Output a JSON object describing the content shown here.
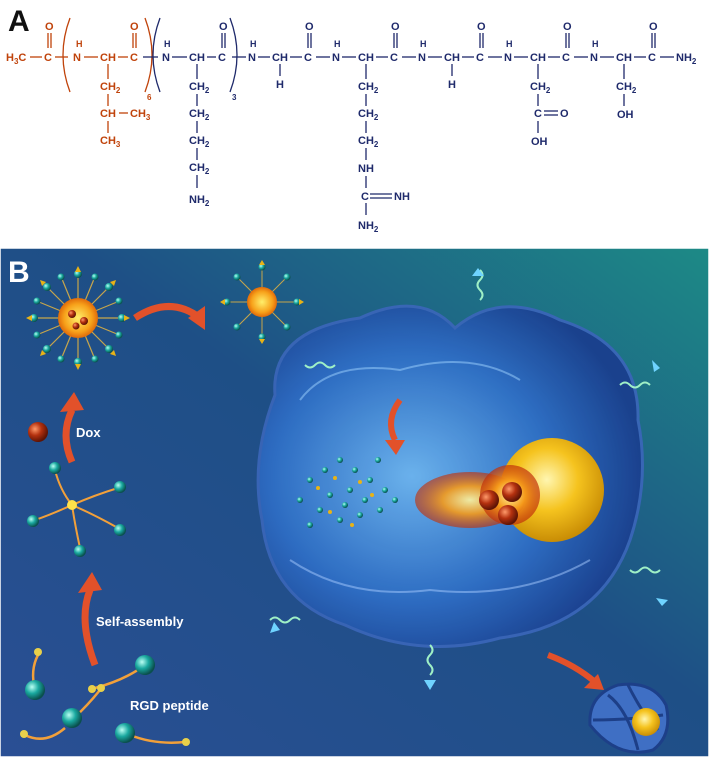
{
  "panels": {
    "a": "A",
    "b": "B"
  },
  "structure": {
    "h3c": "H3C",
    "nh_groups": [
      "NH",
      "N",
      "N",
      "N",
      "N",
      "N",
      "N"
    ],
    "ch": "CH",
    "c": "C",
    "o": "O",
    "h": "H",
    "ch2": "CH2",
    "ch3": "CH3",
    "nh2": "NH2",
    "oh": "OH",
    "nh": "NH",
    "repeat_leu": "6",
    "repeat_lys": "3"
  },
  "labels": {
    "dox": "Dox",
    "self_assembly": "Self-assembly",
    "rgd": "RGD peptide"
  },
  "colors": {
    "leucine": "#c0430b",
    "backbone": "#1f2a6b",
    "panel_bg_dark": "#1d3d7a",
    "panel_bg_teal": "#1f8a87",
    "arrow": "#e2512a"
  }
}
